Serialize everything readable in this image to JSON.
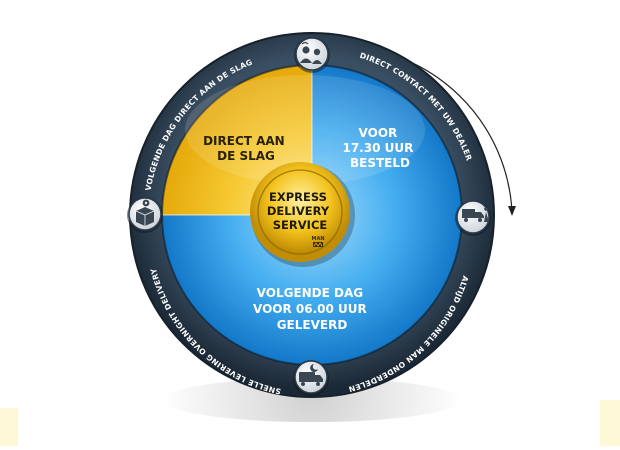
{
  "segments": {
    "top_left": [
      "DIRECT AAN",
      "DE SLAG"
    ],
    "top_right": [
      "VOOR",
      "17.30 UUR",
      "BESTELD"
    ],
    "bottom": [
      "VOLGENDE DAG",
      "VOOR 06.00 UUR",
      "GELEVERD"
    ]
  },
  "center": {
    "lines": [
      "EXPRESS",
      "DELIVERY",
      "SERVICE"
    ],
    "logo_text": "MAN"
  },
  "ring_labels": {
    "top_right": "DIRECT CONTACT MET UW DEALER",
    "bottom_right": "ALTIJD ORIGINELE MAN ONDERDELEN",
    "bottom_left": "SNELLE LEVERING OVERNIGHT DELIVERY",
    "top_left": "VOLGENDE DAG DIRECT AAN DE SLAG"
  },
  "icons": {
    "top": "contact-people-icon",
    "right": "delivery-truck-icon",
    "bottom": "night-van-icon",
    "left": "parts-box-icon"
  },
  "colors": {
    "ring": "#243545",
    "blue": "#1d8fe0",
    "blue_light": "#7cc8f6",
    "yellow": "#f2b90e",
    "yellow_light": "#fbe07e",
    "gold": "#c99a0a"
  }
}
